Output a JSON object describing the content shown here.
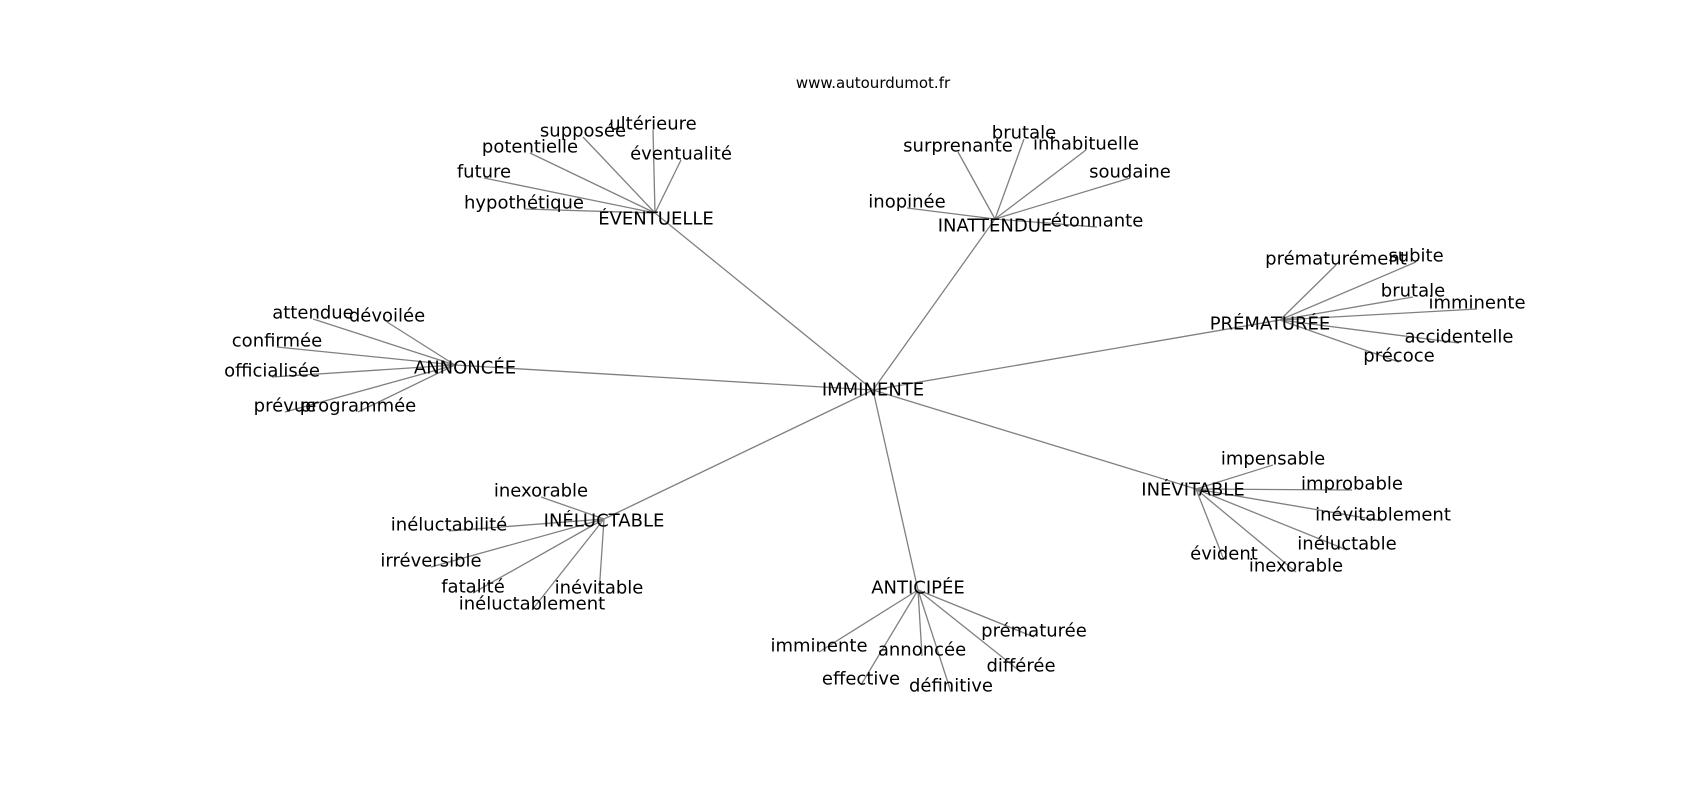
{
  "site": "www.autourdumot.fr",
  "root": "IMMINENTE",
  "clusters": [
    {
      "label": "ÉVENTUELLE",
      "leaves": [
        "ultérieure",
        "supposée",
        "potentielle",
        "éventualité",
        "future",
        "hypothétique"
      ]
    },
    {
      "label": "INATTENDUE",
      "leaves": [
        "brutale",
        "surprenante",
        "inhabituelle",
        "soudaine",
        "inopinée",
        "étonnante"
      ]
    },
    {
      "label": "PRÉMATURÉE",
      "leaves": [
        "prématurément",
        "subite",
        "brutale",
        "imminente",
        "accidentelle",
        "précoce"
      ]
    },
    {
      "label": "ANNONCÉE",
      "leaves": [
        "attendue",
        "dévoilée",
        "confirmée",
        "officialisée",
        "prévue",
        "programmée"
      ]
    },
    {
      "label": "INÉLUCTABLE",
      "leaves": [
        "inexorable",
        "inéluctabilité",
        "irréversible",
        "fatalité",
        "inéluctablement",
        "inévitable"
      ]
    },
    {
      "label": "INÉVITABLE",
      "leaves": [
        "impensable",
        "improbable",
        "inévitablement",
        "inéluctable",
        "évident",
        "inexorable"
      ]
    },
    {
      "label": "ANTICIPÉE",
      "leaves": [
        "imminente",
        "annoncée",
        "prématurée",
        "différée",
        "effective",
        "définitive"
      ]
    }
  ]
}
